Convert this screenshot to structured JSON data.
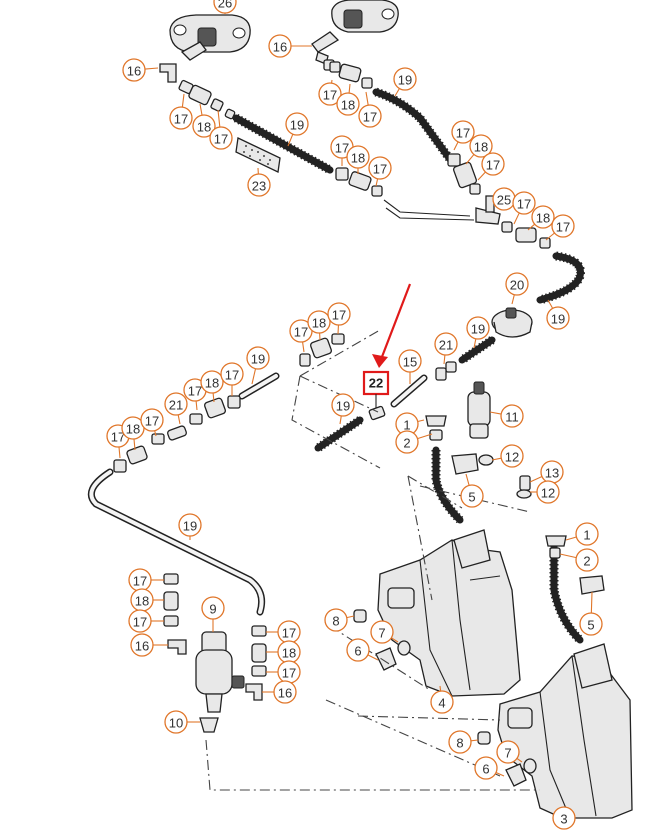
{
  "diagram": {
    "highlight": {
      "label": "22"
    },
    "callouts": [
      {
        "label": "26"
      },
      {
        "label": "16"
      },
      {
        "label": "16"
      },
      {
        "label": "17"
      },
      {
        "label": "18"
      },
      {
        "label": "17"
      },
      {
        "label": "19"
      },
      {
        "label": "17"
      },
      {
        "label": "18"
      },
      {
        "label": "17"
      },
      {
        "label": "19"
      },
      {
        "label": "17"
      },
      {
        "label": "18"
      },
      {
        "label": "17"
      },
      {
        "label": "23"
      },
      {
        "label": "17"
      },
      {
        "label": "18"
      },
      {
        "label": "17"
      },
      {
        "label": "25"
      },
      {
        "label": "17"
      },
      {
        "label": "18"
      },
      {
        "label": "17"
      },
      {
        "label": "20"
      },
      {
        "label": "19"
      },
      {
        "label": "17"
      },
      {
        "label": "18"
      },
      {
        "label": "17"
      },
      {
        "label": "19"
      },
      {
        "label": "15"
      },
      {
        "label": "21"
      },
      {
        "label": "19"
      },
      {
        "label": "17"
      },
      {
        "label": "18"
      },
      {
        "label": "17"
      },
      {
        "label": "19"
      },
      {
        "label": "17"
      },
      {
        "label": "18"
      },
      {
        "label": "17"
      },
      {
        "label": "21"
      },
      {
        "label": "1"
      },
      {
        "label": "2"
      },
      {
        "label": "11"
      },
      {
        "label": "12"
      },
      {
        "label": "13"
      },
      {
        "label": "12"
      },
      {
        "label": "5"
      },
      {
        "label": "19"
      },
      {
        "label": "1"
      },
      {
        "label": "2"
      },
      {
        "label": "5"
      },
      {
        "label": "17"
      },
      {
        "label": "18"
      },
      {
        "label": "17"
      },
      {
        "label": "16"
      },
      {
        "label": "9"
      },
      {
        "label": "17"
      },
      {
        "label": "18"
      },
      {
        "label": "17"
      },
      {
        "label": "16"
      },
      {
        "label": "10"
      },
      {
        "label": "8"
      },
      {
        "label": "7"
      },
      {
        "label": "6"
      },
      {
        "label": "4"
      },
      {
        "label": "8"
      },
      {
        "label": "7"
      },
      {
        "label": "6"
      },
      {
        "label": "3"
      }
    ]
  }
}
